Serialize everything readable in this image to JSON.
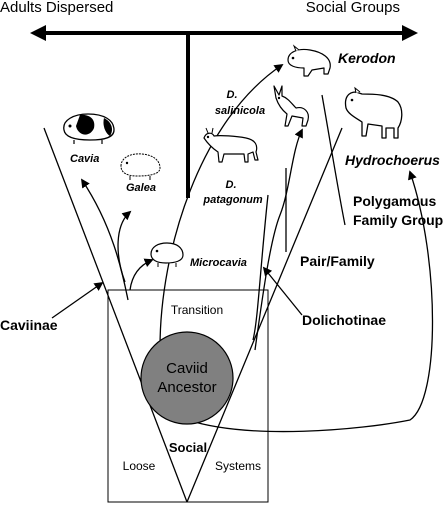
{
  "axis": {
    "left_label": "Adults Dispersed",
    "right_label": "Social Groups"
  },
  "taxa": {
    "cavia": "Cavia",
    "galea": "Galea",
    "microcavia": "Microcavia",
    "d_salinicola_1": "D.",
    "d_salinicola_2": "salinicola",
    "d_patagonum_1": "D.",
    "d_patagonum_2": "patagonum",
    "kerodon": "Kerodon",
    "hydrochoerus": "Hydrochoerus"
  },
  "groups": {
    "caviinae": "Caviinae",
    "dolichotinae": "Dolichotinae"
  },
  "social_levels": {
    "polygamous_1": "Polygamous",
    "polygamous_2": "Family Group",
    "pair_family": "Pair/Family"
  },
  "box": {
    "transition": "Transition",
    "social": "Social",
    "loose": "Loose",
    "systems": "Systems"
  },
  "ancestor": {
    "line1": "Caviid",
    "line2": "Ancestor",
    "fill_color": "#808080"
  },
  "icons": [
    "cavia-guinea-pig-icon",
    "galea-cavy-icon",
    "microcavia-cavy-icon",
    "d-salinicola-mara-icon",
    "d-patagonum-mara-icon",
    "kerodon-rock-cavy-icon",
    "hydrochoerus-capybara-icon"
  ]
}
